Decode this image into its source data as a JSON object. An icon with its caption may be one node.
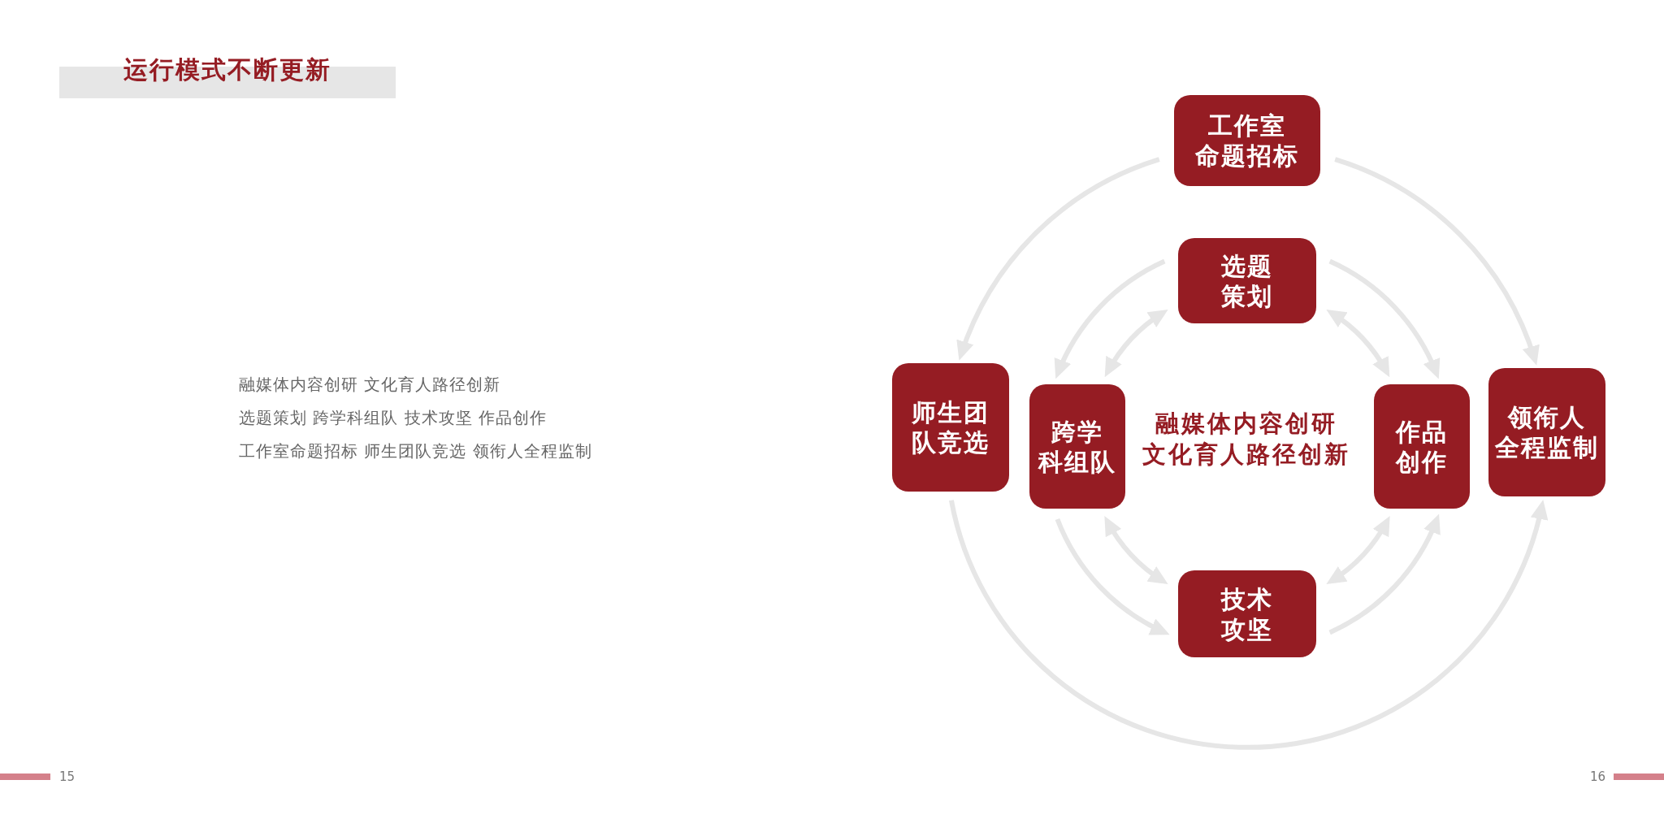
{
  "diagram": {
    "title": "运行模式不断更新",
    "nodes": [
      {
        "text": [
          "工作室命题招标"
        ]
      },
      {
        "text": [
          "选题策划"
        ]
      },
      {
        "text": [
          "师生团队竞选"
        ]
      },
      {
        "text": [
          "跨学科组队"
        ]
      },
      {
        "text": [
          "作品创作"
        ]
      },
      {
        "text": [
          "领衔人全程监制"
        ]
      },
      {
        "text": [
          "技术攻坚"
        ]
      }
    ],
    "edges": [
      {
        "from": 0,
        "to": 2,
        "arrow": "to"
      },
      {
        "from": 0,
        "to": 5,
        "arrow": "to"
      },
      {
        "from": 2,
        "to": 5,
        "arrow": "to"
      },
      {
        "from": 1,
        "to": 3,
        "arrow": "to"
      },
      {
        "from": 1,
        "to": 4,
        "arrow": "to"
      },
      {
        "from": 1,
        "to": 3,
        "arrow": "both"
      },
      {
        "from": 1,
        "to": 4,
        "arrow": "both"
      },
      {
        "from": 3,
        "to": 6,
        "arrow": "to"
      },
      {
        "from": 6,
        "to": 4,
        "arrow": "to"
      },
      {
        "from": 3,
        "to": 6,
        "arrow": "both"
      },
      {
        "from": 6,
        "to": 4,
        "arrow": "both"
      }
    ],
    "labels": [
      "融媒体内容创研 文化育人路径创新",
      "选题策划 跨学科组队 技术攻坚 作品创作",
      "工作室命题招标 师生团队竞选 领衔人全程监制",
      "融媒体内容创研文化育人路径创新",
      "15",
      "16"
    ]
  }
}
